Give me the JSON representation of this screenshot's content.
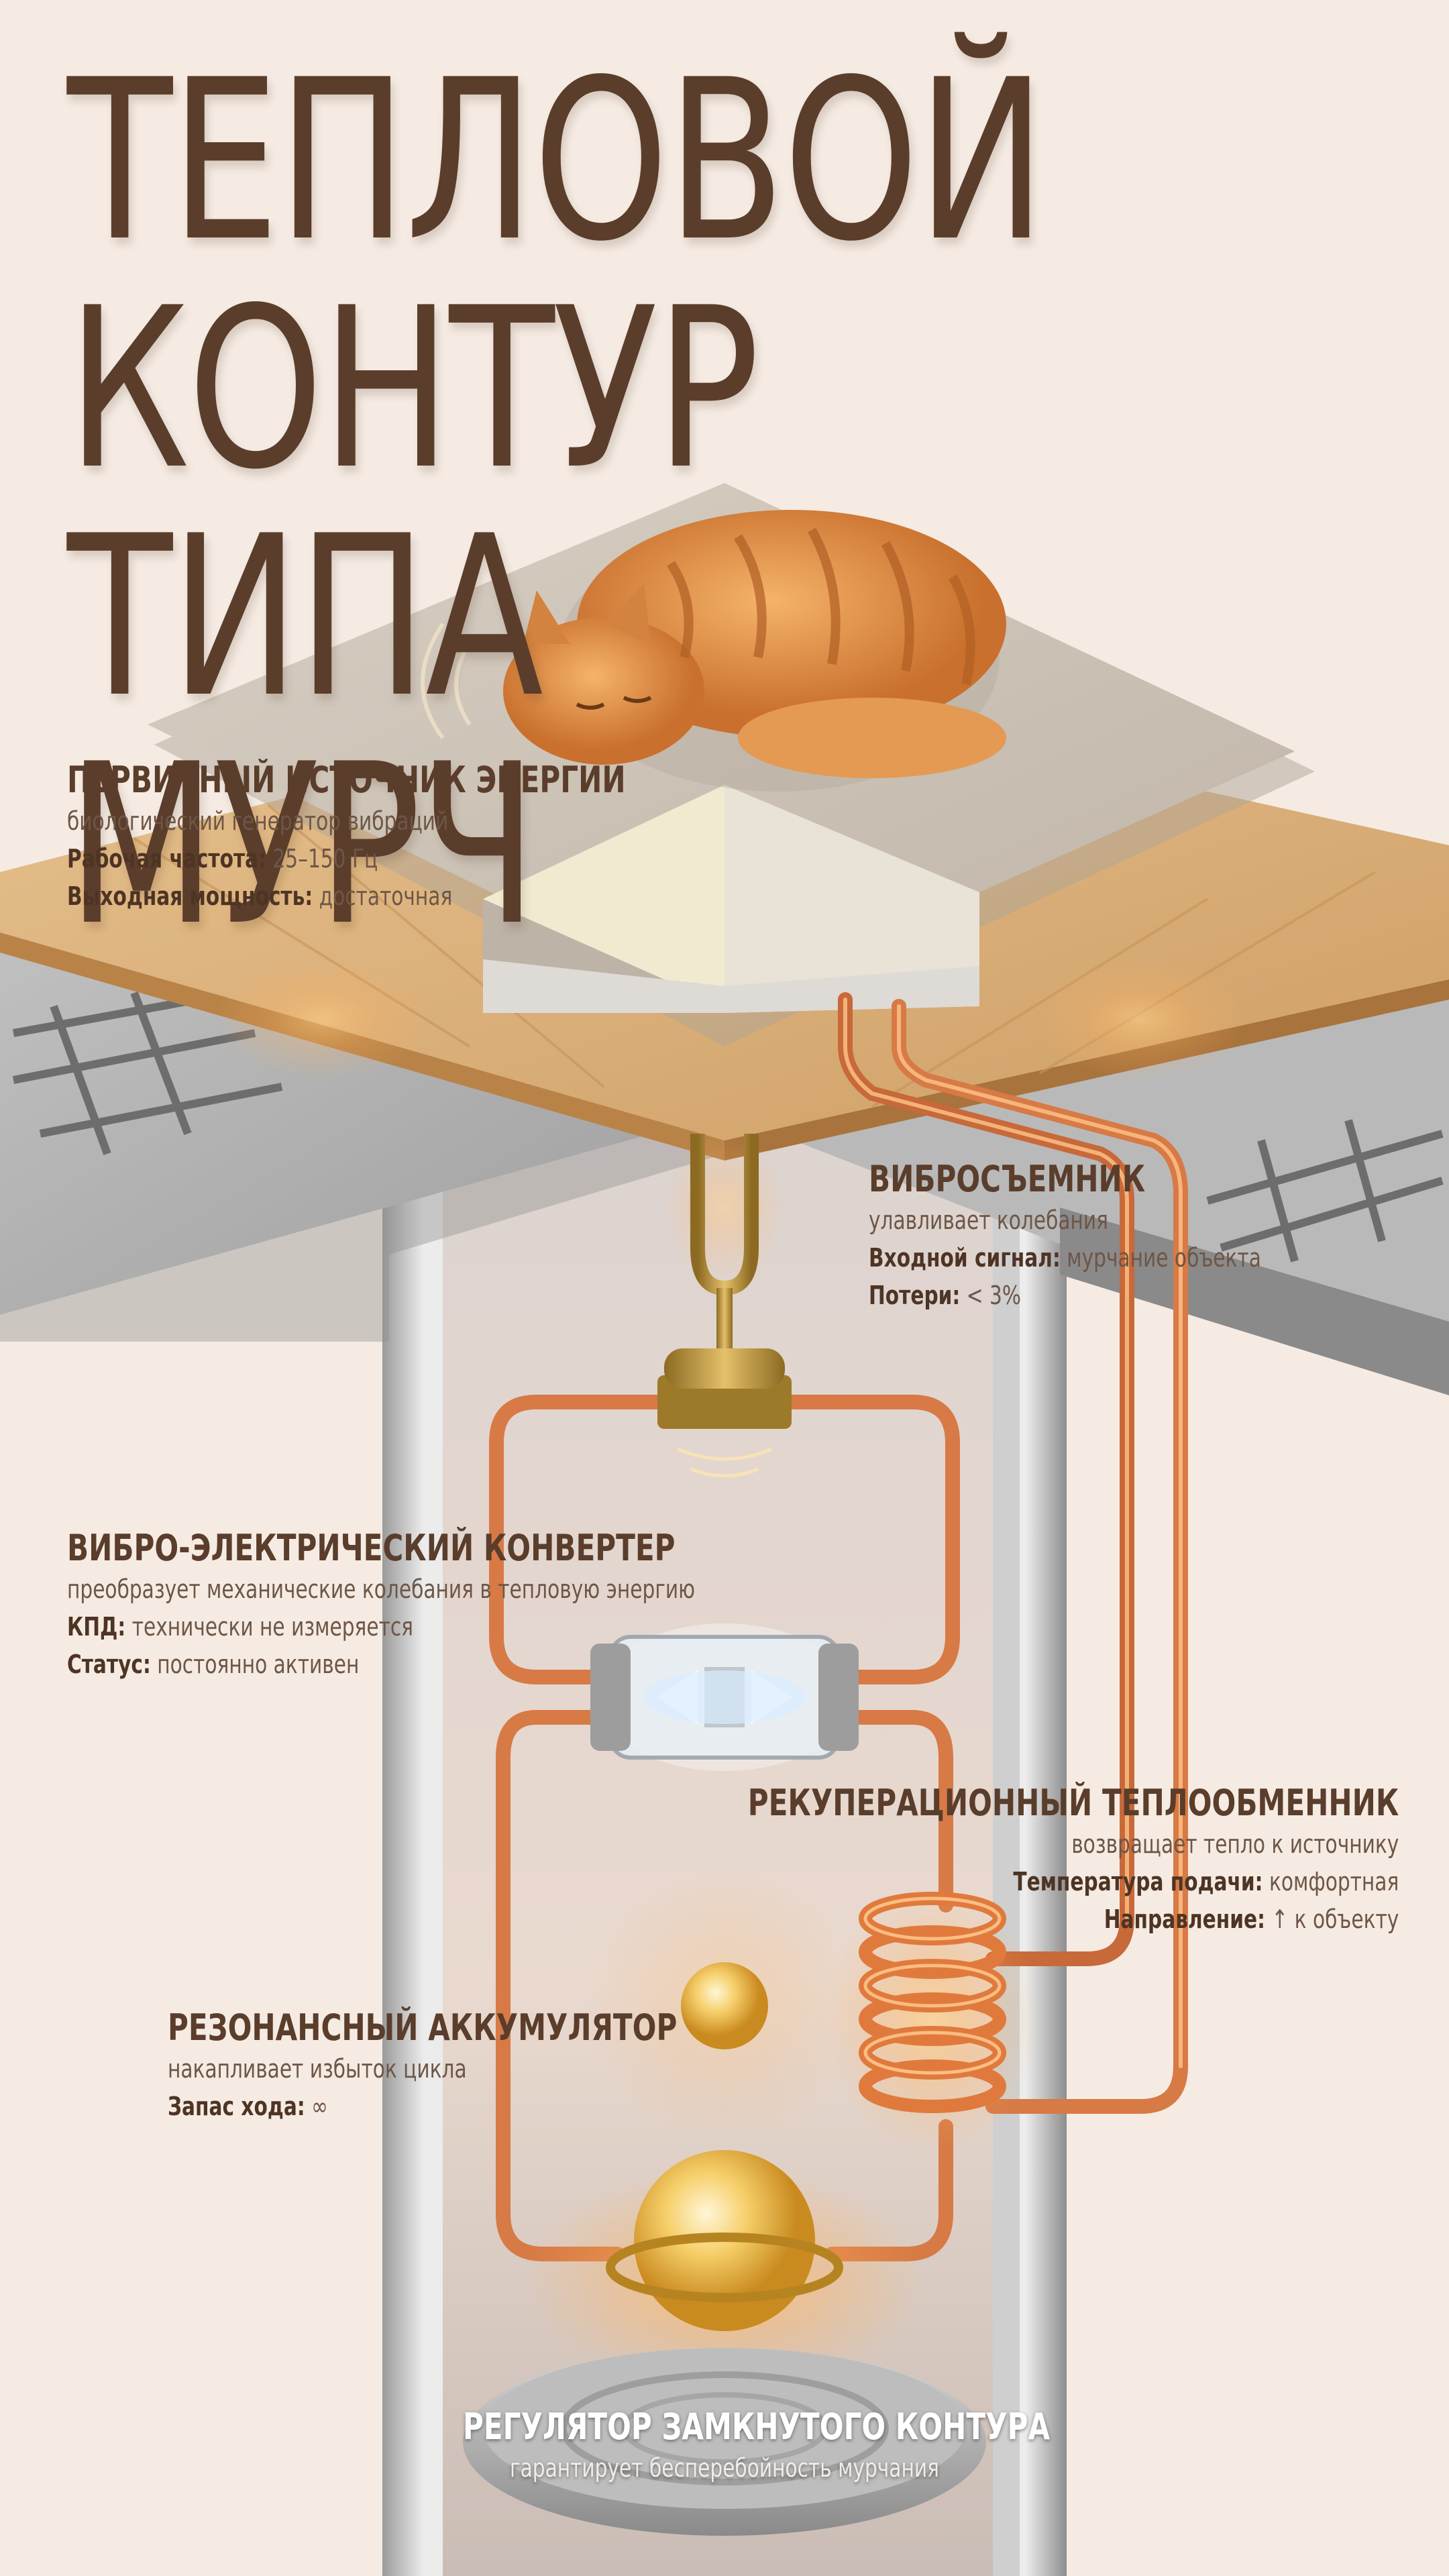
{
  "title_lines": [
    "Тепловой",
    "контур типа",
    "МУРЧ"
  ],
  "callouts": {
    "source": {
      "heading": "ПЕРВИЧНЫЙ ИСТОЧНИК ЭНЕРГИИ",
      "description": "биологический генератор вибраций",
      "rows": [
        {
          "key": "Рабочая частота:",
          "value": "25–150 Гц"
        },
        {
          "key": "Выходная мощность:",
          "value": "достаточная"
        }
      ]
    },
    "pickup": {
      "heading": "ВИБРОСЪЕМНИК",
      "description": "улавливает колебания",
      "rows": [
        {
          "key": "Входной сигнал:",
          "value": "мурчание объекта"
        },
        {
          "key": "Потери:",
          "value": "< 3%"
        }
      ]
    },
    "converter": {
      "heading": "ВИБРО-ЭЛЕКТРИЧЕСКИЙ КОНВЕРТЕР",
      "description": "преобразует механические колебания в тепловую энергию",
      "rows": [
        {
          "key": "КПД:",
          "value": "технически не измеряется"
        },
        {
          "key": "Статус:",
          "value": "постоянно активен"
        }
      ]
    },
    "exchanger": {
      "heading": "РЕКУПЕРАЦИОННЫЙ ТЕПЛООБМЕННИК",
      "description": "возвращает тепло к источнику",
      "rows": [
        {
          "key": "Температура подачи:",
          "value": "комфортная"
        },
        {
          "key": "Направление:",
          "value": "↑ к объекту"
        }
      ]
    },
    "accumulator": {
      "heading": "РЕЗОНАНСНЫЙ АККУМУЛЯТОР",
      "description": "накапливает избыток цикла",
      "rows": [
        {
          "key": "Запас хода:",
          "value": "∞"
        }
      ]
    },
    "regulator": {
      "heading": "РЕГУЛЯТОР ЗАМКНУТОГО КОНТУРА",
      "description": "гарантирует бесперебойность мурчания"
    }
  },
  "colors": {
    "background": "#f5ebe3",
    "text": "#5a3d2b",
    "copper": "#d77a45",
    "glow": "#ffb25c",
    "cushion": "#cfc5b8",
    "wood": "#d9b07a",
    "concrete": "#a9a9a9"
  },
  "icons": [
    "cat-illustration",
    "tuning-fork-icon",
    "crystal-converter-icon",
    "coil-icon",
    "orb-icon"
  ]
}
